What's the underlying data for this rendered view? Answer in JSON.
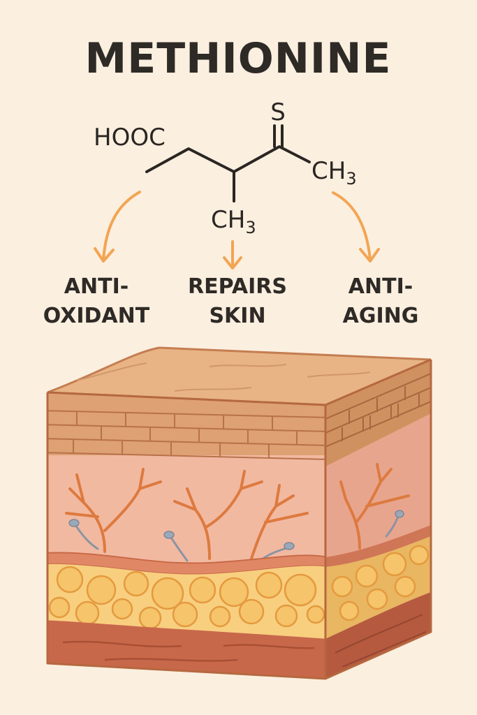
{
  "title": "METHIONINE",
  "molecule": {
    "hooc": "HOOC",
    "sulfur": "S",
    "methyl_right": {
      "base": "CH",
      "subscript": "3"
    },
    "methyl_bottom": {
      "base": "CH",
      "subscript": "3"
    }
  },
  "benefits": [
    {
      "line1": "ANTI-",
      "line2": "OXIDANT"
    },
    {
      "line1": "REPAIRS",
      "line2": "SKIN"
    },
    {
      "line1": "ANTI-",
      "line2": "AGING"
    }
  ],
  "colors": {
    "background": "#fbefe0",
    "arrow": "#f2a553",
    "epidermis": "#dea173",
    "dermis": "#f2b9a1",
    "fat": "#f6c46a",
    "muscle": "#c8684a"
  }
}
